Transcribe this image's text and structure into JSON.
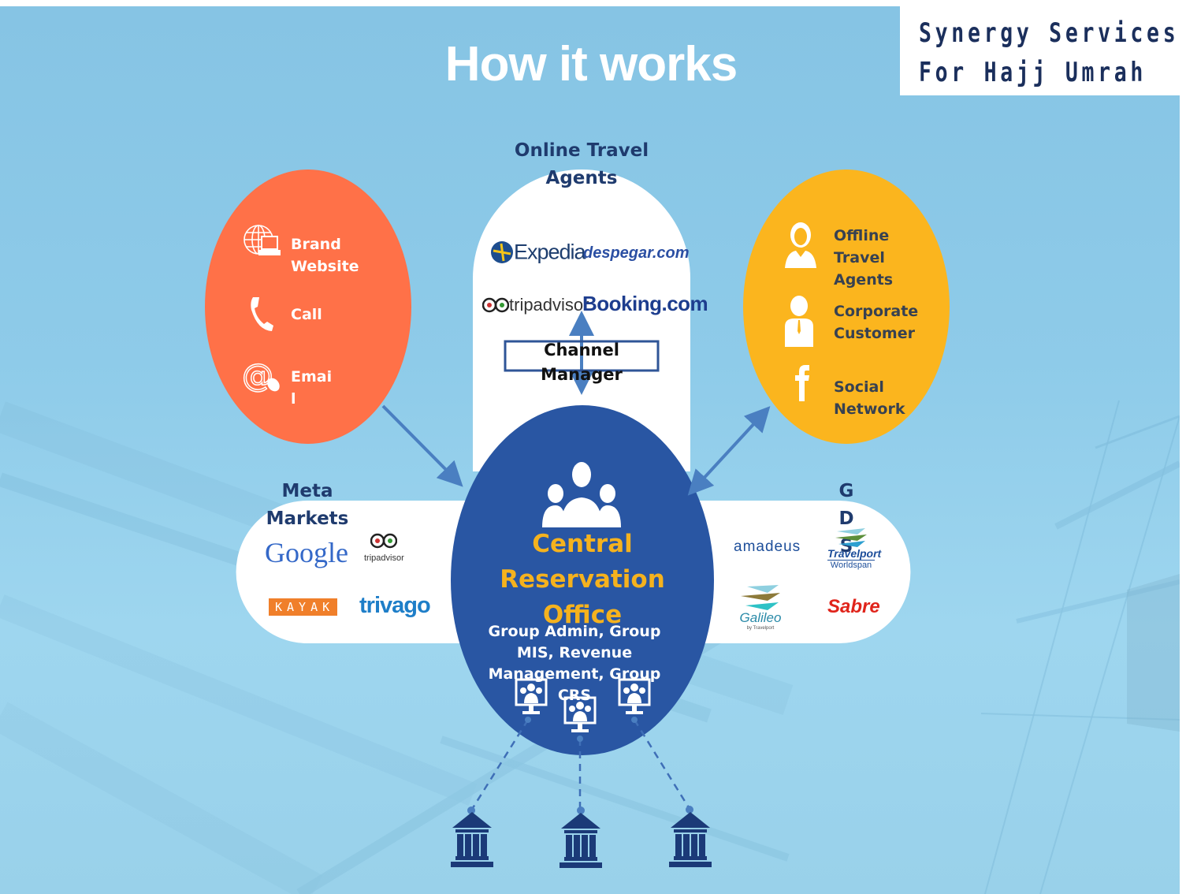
{
  "title": "How it works",
  "brand": {
    "line1": "Synergy Services",
    "line2": "For Hajj Umrah"
  },
  "colors": {
    "background": "#8ecbe9",
    "orange_circle": "#ff7148",
    "yellow_circle": "#fbb51e",
    "center_circle": "#2956a3",
    "navy_text": "#1f3b6e",
    "center_title": "#f5b21e",
    "arrow": "#4a7fc1"
  },
  "direct_channels": {
    "items": [
      {
        "icon": "globe-laptop-icon",
        "label": "Brand\nWebsite"
      },
      {
        "icon": "phone-icon",
        "label": "Call"
      },
      {
        "icon": "at-mouse-icon",
        "label": "Emai\nl"
      }
    ]
  },
  "online_travel_agents": {
    "heading": "Online Travel\nAgents",
    "logos": [
      "Expedia",
      "despegar.com",
      "tripadvisor",
      "Booking.com"
    ],
    "channel_manager": "Channel\nManager"
  },
  "offline_channels": {
    "items": [
      {
        "icon": "female-agent-icon",
        "label": "Offline\nTravel\nAgents"
      },
      {
        "icon": "businessman-icon",
        "label": "Corporate\nCustomer"
      },
      {
        "icon": "facebook-icon",
        "label": "Social\nNetwork"
      }
    ]
  },
  "meta_markets": {
    "heading": "Meta\nMarkets",
    "logos": [
      "Google",
      "tripadvisor",
      "KAYAK",
      "trivago"
    ]
  },
  "gds": {
    "heading": "G\nD\nS",
    "logos": [
      "amadeus",
      "Travelport",
      "Worldspan",
      "Galileo",
      "by Travelport",
      "Sabre"
    ]
  },
  "center": {
    "icon": "group-people-icon",
    "title": "Central\nReservation\nOffice",
    "subtitle": "Group Admin, Group\nMIS, Revenue\nManagement, Group\nCRS",
    "terminals": [
      "monitor-group-icon",
      "monitor-group-icon",
      "monitor-group-icon"
    ]
  },
  "properties": {
    "icon": "bank-building-icon",
    "count": 3
  }
}
